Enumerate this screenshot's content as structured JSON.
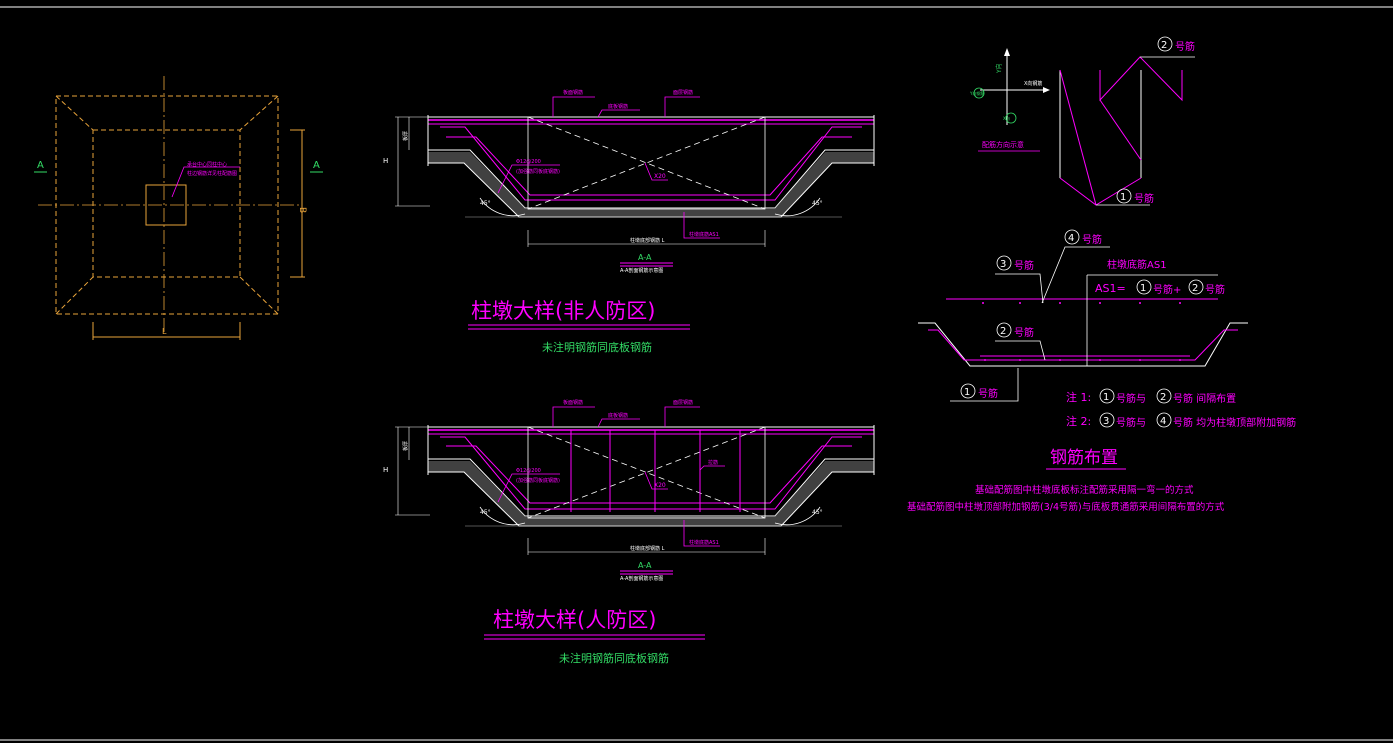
{
  "colors": {
    "background": "#000000",
    "frame": "#ffffff",
    "plan": "#e8a33a",
    "magenta": "#ff00ff",
    "white": "#ffffff",
    "green": "#33dd66",
    "cyan": "#22cccc",
    "gray": "#aaaaaa"
  },
  "plan": {
    "label_a_left": "A",
    "label_a_right": "A",
    "label_b": "B",
    "label_l": "L",
    "note_line1": "承台中心同柱中心",
    "note_line2": "柱边钢筋详见柱配筋图"
  },
  "section1": {
    "label_top_left": "板面钢筋",
    "label_top_mid": "底板钢筋",
    "label_top_right": "面层钢筋",
    "label_h": "H",
    "label_height": "板厚",
    "rebar_note_line1": "Φ12@200",
    "rebar_note_line2": "(加强筋同板底钢筋)",
    "label_x20": "X20",
    "angle_left": "45°",
    "angle_right": "45°",
    "label_bottom": "柱墩底部钢筋 L",
    "label_as1": "柱墩底筋AS1",
    "section_name": "A-A",
    "section_sub": "A-A剖面钢筋示意图",
    "title": "柱墩大样(非人防区)",
    "note": "未注明钢筋同底板钢筋"
  },
  "section2": {
    "label_top_left": "板面钢筋",
    "label_top_mid": "底板钢筋",
    "label_top_right": "面层钢筋",
    "label_h": "H",
    "label_height": "板厚",
    "rebar_note_line1": "Φ12@200",
    "rebar_note_line2": "(加强筋同板底钢筋)",
    "label_x20": "X20",
    "label_stirrup": "拉筋",
    "angle_left": "45°",
    "angle_right": "45°",
    "label_bottom": "柱墩底部钢筋 L",
    "label_as1": "柱墩底筋AS1",
    "section_name": "A-A",
    "section_sub": "A-A剖面钢筋示意图",
    "title": "柱墩大样(人防区)",
    "note": "未注明钢筋同底板钢筋"
  },
  "direction": {
    "label_top": "Y向",
    "label_right": "X向钢筋",
    "label_left": "Y向钢筋",
    "label_bottom": "X向",
    "caption": "配筋方向示意"
  },
  "rebar_shape": {
    "num2": "2",
    "label2": "号筋",
    "num1": "1",
    "label1": "号筋"
  },
  "arrangement": {
    "num4": "4",
    "label4": "号筋",
    "num3": "3",
    "label3": "号筋",
    "as1_title": "柱墩底筋AS1",
    "as1_eq": "AS1=",
    "eq_num1": "1",
    "eq_label1": "号筋+",
    "eq_num2": "2",
    "eq_label2": "号筋",
    "num2b": "2",
    "label2b": "号筋",
    "num1b": "1",
    "label1b": "号筋",
    "note1_prefix": "注 1:",
    "note1_num_a": "1",
    "note1_mid": "号筋与",
    "note1_num_b": "2",
    "note1_suffix": "号筋 间隔布置",
    "note2_prefix": "注 2:",
    "note2_num_a": "3",
    "note2_mid": "号筋与",
    "note2_num_b": "4",
    "note2_suffix": "号筋 均为柱墩顶部附加钢筋",
    "title": "钢筋布置",
    "desc1": "基础配筋图中柱墩底板标注配筋采用隔一弯一的方式",
    "desc2": "基础配筋图中柱墩顶部附加钢筋(3/4号筋)与底板贯通筋采用间隔布置的方式"
  }
}
